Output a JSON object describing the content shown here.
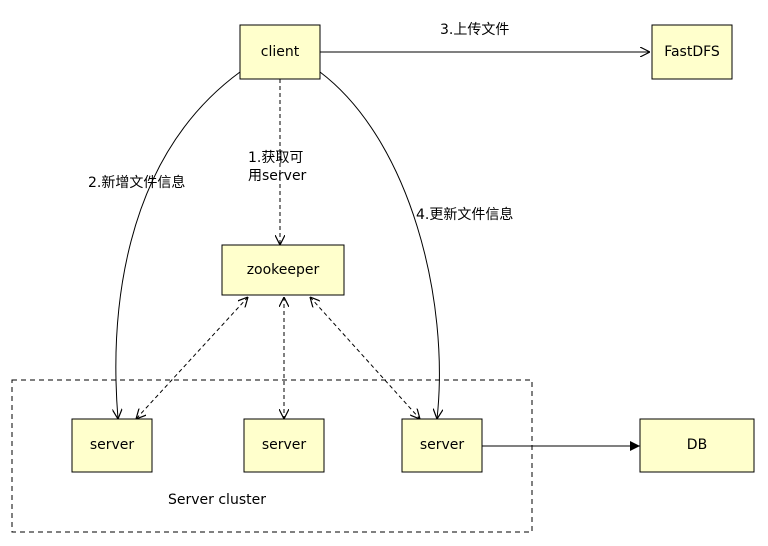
{
  "nodes": {
    "client": "client",
    "fastdfs": "FastDFS",
    "zookeeper": "zookeeper",
    "server_left": "server",
    "server_middle": "server",
    "server_right": "server",
    "db": "DB"
  },
  "edges": {
    "get_server_line1": "1.获取可",
    "get_server_line2": "用server",
    "add_file_info": "2.新增文件信息",
    "upload_file": "3.上传文件",
    "update_file_info": "4.更新文件信息"
  },
  "cluster_label": "Server cluster",
  "colors": {
    "node_fill": "#ffffcc",
    "stroke": "#000000"
  }
}
